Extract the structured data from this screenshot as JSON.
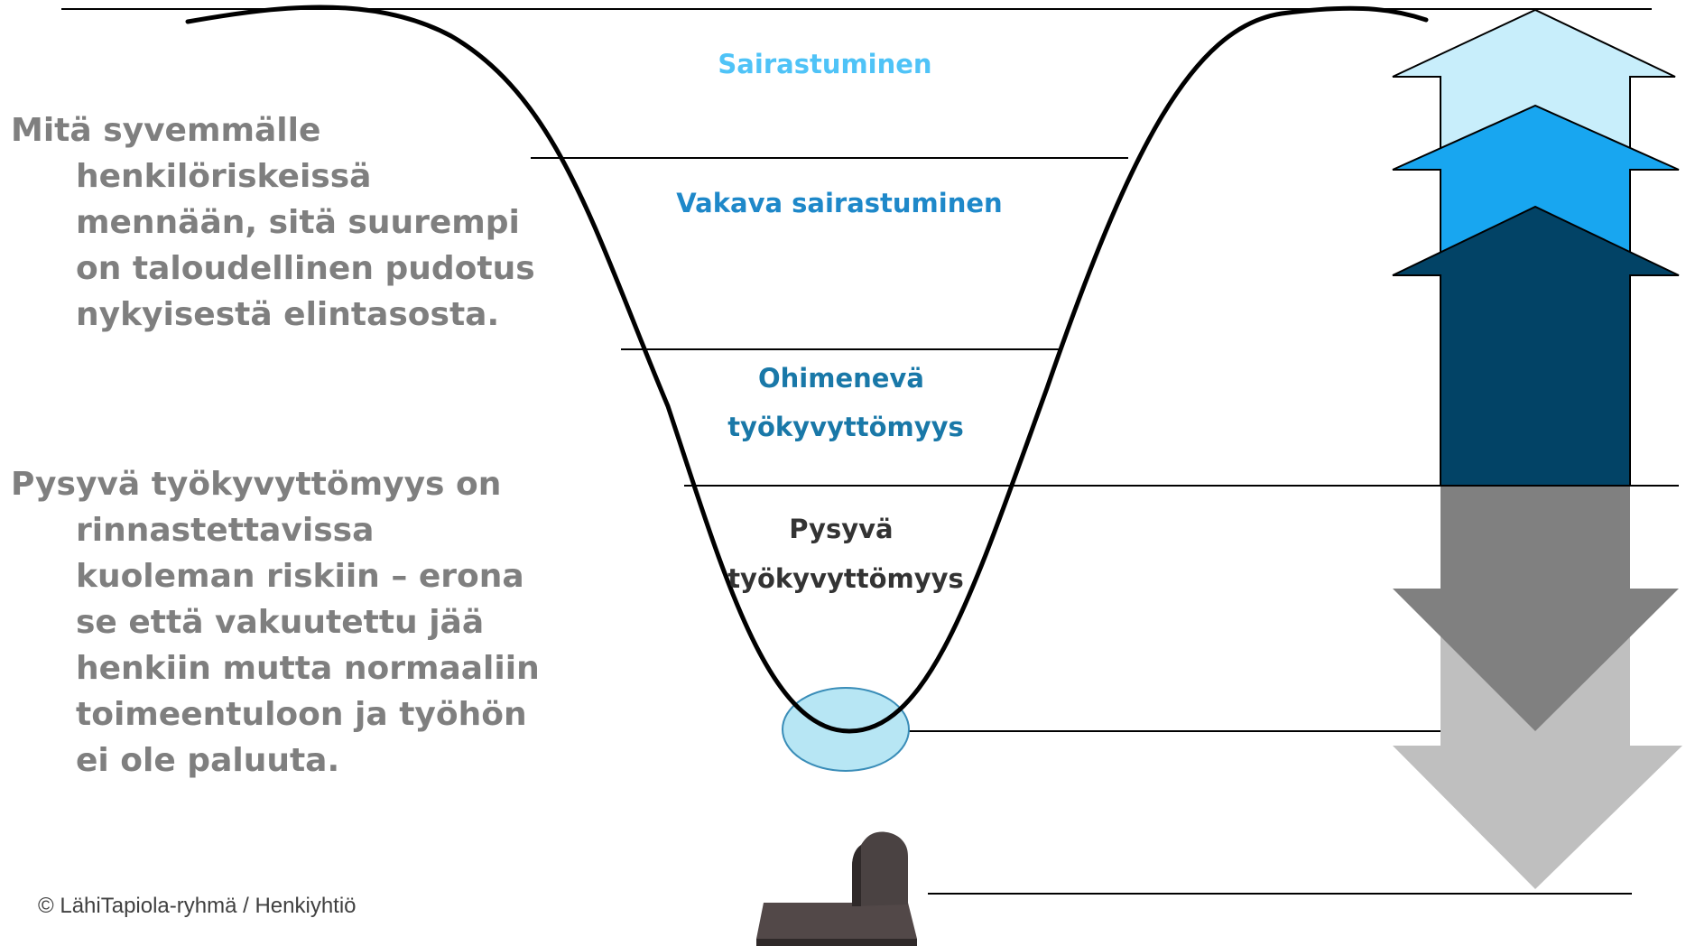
{
  "levels": [
    {
      "label_lines": [
        "Sairastuminen"
      ],
      "color": "#4FC3F7"
    },
    {
      "label_lines": [
        "Vakava sairastuminen"
      ],
      "color": "#1E88C9"
    },
    {
      "label_lines": [
        "Ohimenevä",
        "työkyvyttömyys"
      ],
      "color": "#1978A8"
    },
    {
      "label_lines": [
        "Pysyvä",
        "työkyvyttömyys"
      ],
      "color": "#333333"
    }
  ],
  "text_blocks": [
    "Mitä syvemmälle henkilöriskeissä mennään, sitä suurempi on taloudellinen pudotus nykyisestä elintasosta.",
    "Pysyvä työkyvyttömyys on rinnastettavissa kuoleman riskiin – erona se että vakuutettu jää henkiin mutta normaaliin toimeentuloon ja työhön ei ole paluuta."
  ],
  "copyright": "© LähiTapiola-ryhmä / Henkiyhtiö",
  "colors": {
    "arrow_up_light": "#C8EEFB",
    "arrow_up_mid": "#18A6F0",
    "arrow_up_dark": "#024366",
    "arrow_down_dark": "#808080",
    "arrow_down_light": "#BFBFBF",
    "ellipse_fill": "#B7E6F4",
    "text_gray": "#7f7f7f",
    "tombstone": "#4a4242"
  },
  "icons": {
    "tombstone": "tombstone-icon"
  }
}
